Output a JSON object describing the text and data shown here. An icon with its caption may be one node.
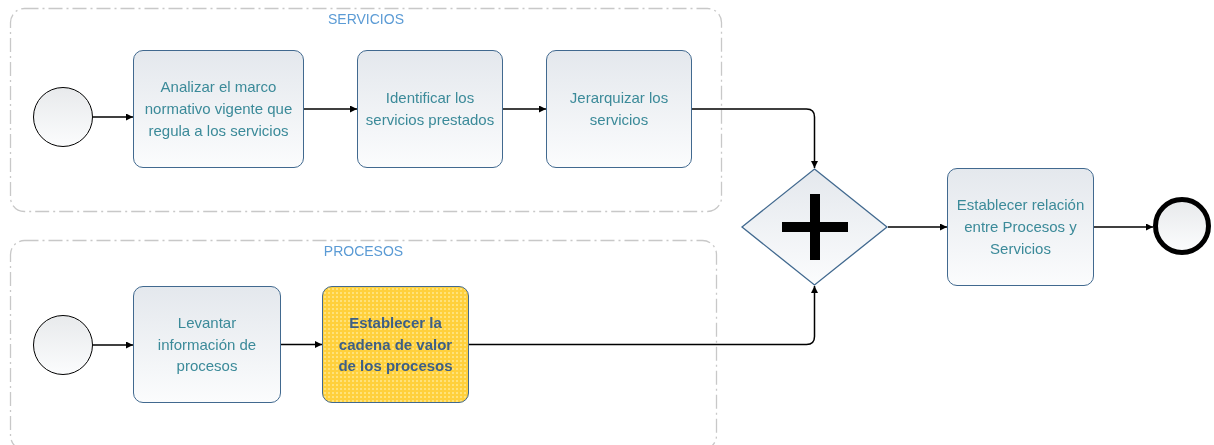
{
  "diagram": {
    "nodes": [
      {
        "text": [
          "SERVICIOS"
        ]
      },
      {
        "text": [],
        "shape": "circle",
        "in": 0
      },
      {
        "text": [
          "Analizar el marco normativo vigente que regula a los servicios"
        ],
        "in": 0
      },
      {
        "text": [
          "Identificar los servicios prestados"
        ],
        "in": 0
      },
      {
        "text": [
          "Jerarquizar los servicios"
        ],
        "in": 0
      },
      {
        "text": [
          "PROCESOS"
        ]
      },
      {
        "text": [],
        "shape": "circle",
        "in": 5
      },
      {
        "text": [
          "Levantar información de procesos"
        ],
        "in": 5
      },
      {
        "text": [
          "Establecer la cadena de valor de los procesos"
        ],
        "in": 5
      },
      {
        "text": [],
        "shape": "diamond"
      },
      {
        "text": [
          "Establecer relación entre Procesos y Servicios"
        ]
      },
      {
        "text": [],
        "shape": "circle"
      }
    ],
    "edges": [
      {
        "from": 1,
        "to": 2,
        "arrow": "to"
      },
      {
        "from": 2,
        "to": 3,
        "arrow": "to"
      },
      {
        "from": 3,
        "to": 4,
        "arrow": "to"
      },
      {
        "from": 4,
        "to": 9,
        "arrow": "to"
      },
      {
        "from": 6,
        "to": 7,
        "arrow": "to"
      },
      {
        "from": 7,
        "to": 8,
        "arrow": "to"
      },
      {
        "from": 8,
        "to": 9,
        "arrow": "to"
      },
      {
        "from": 9,
        "to": 10,
        "arrow": "to"
      },
      {
        "from": 10,
        "to": 11,
        "arrow": "to"
      }
    ]
  }
}
